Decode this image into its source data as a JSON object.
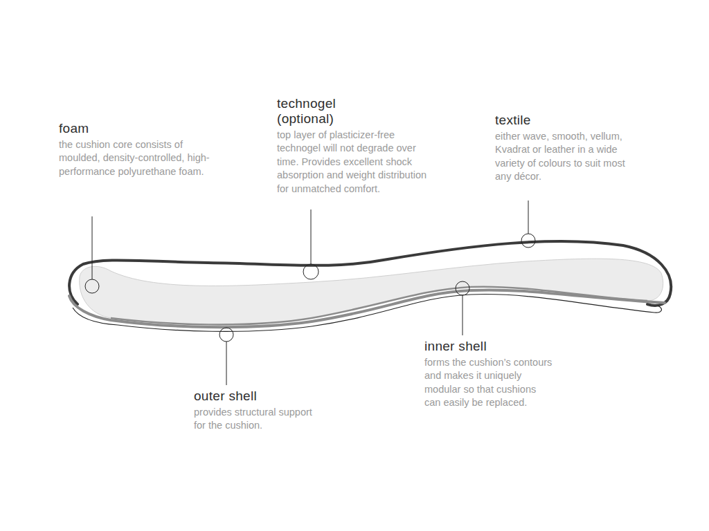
{
  "diagram": {
    "labels": [
      "foam",
      "the cushion core consists of moulded, density-controlled, high-performance polyurethane foam.",
      "technogel (optional)",
      "top layer of plasticizer-free technogel will not degrade over time. Provides excellent shock absorption and weight distribution for unmatched comfort.",
      "textile",
      "either wave, smooth, vellum, Kvadrat or leather in a wide variety of colours to suit most any décor.",
      "inner shell",
      "forms the cushion’s contours and makes it uniquely modular so that cushions can easily be replaced.",
      "outer shell",
      "provides structural support for the cushion."
    ]
  }
}
